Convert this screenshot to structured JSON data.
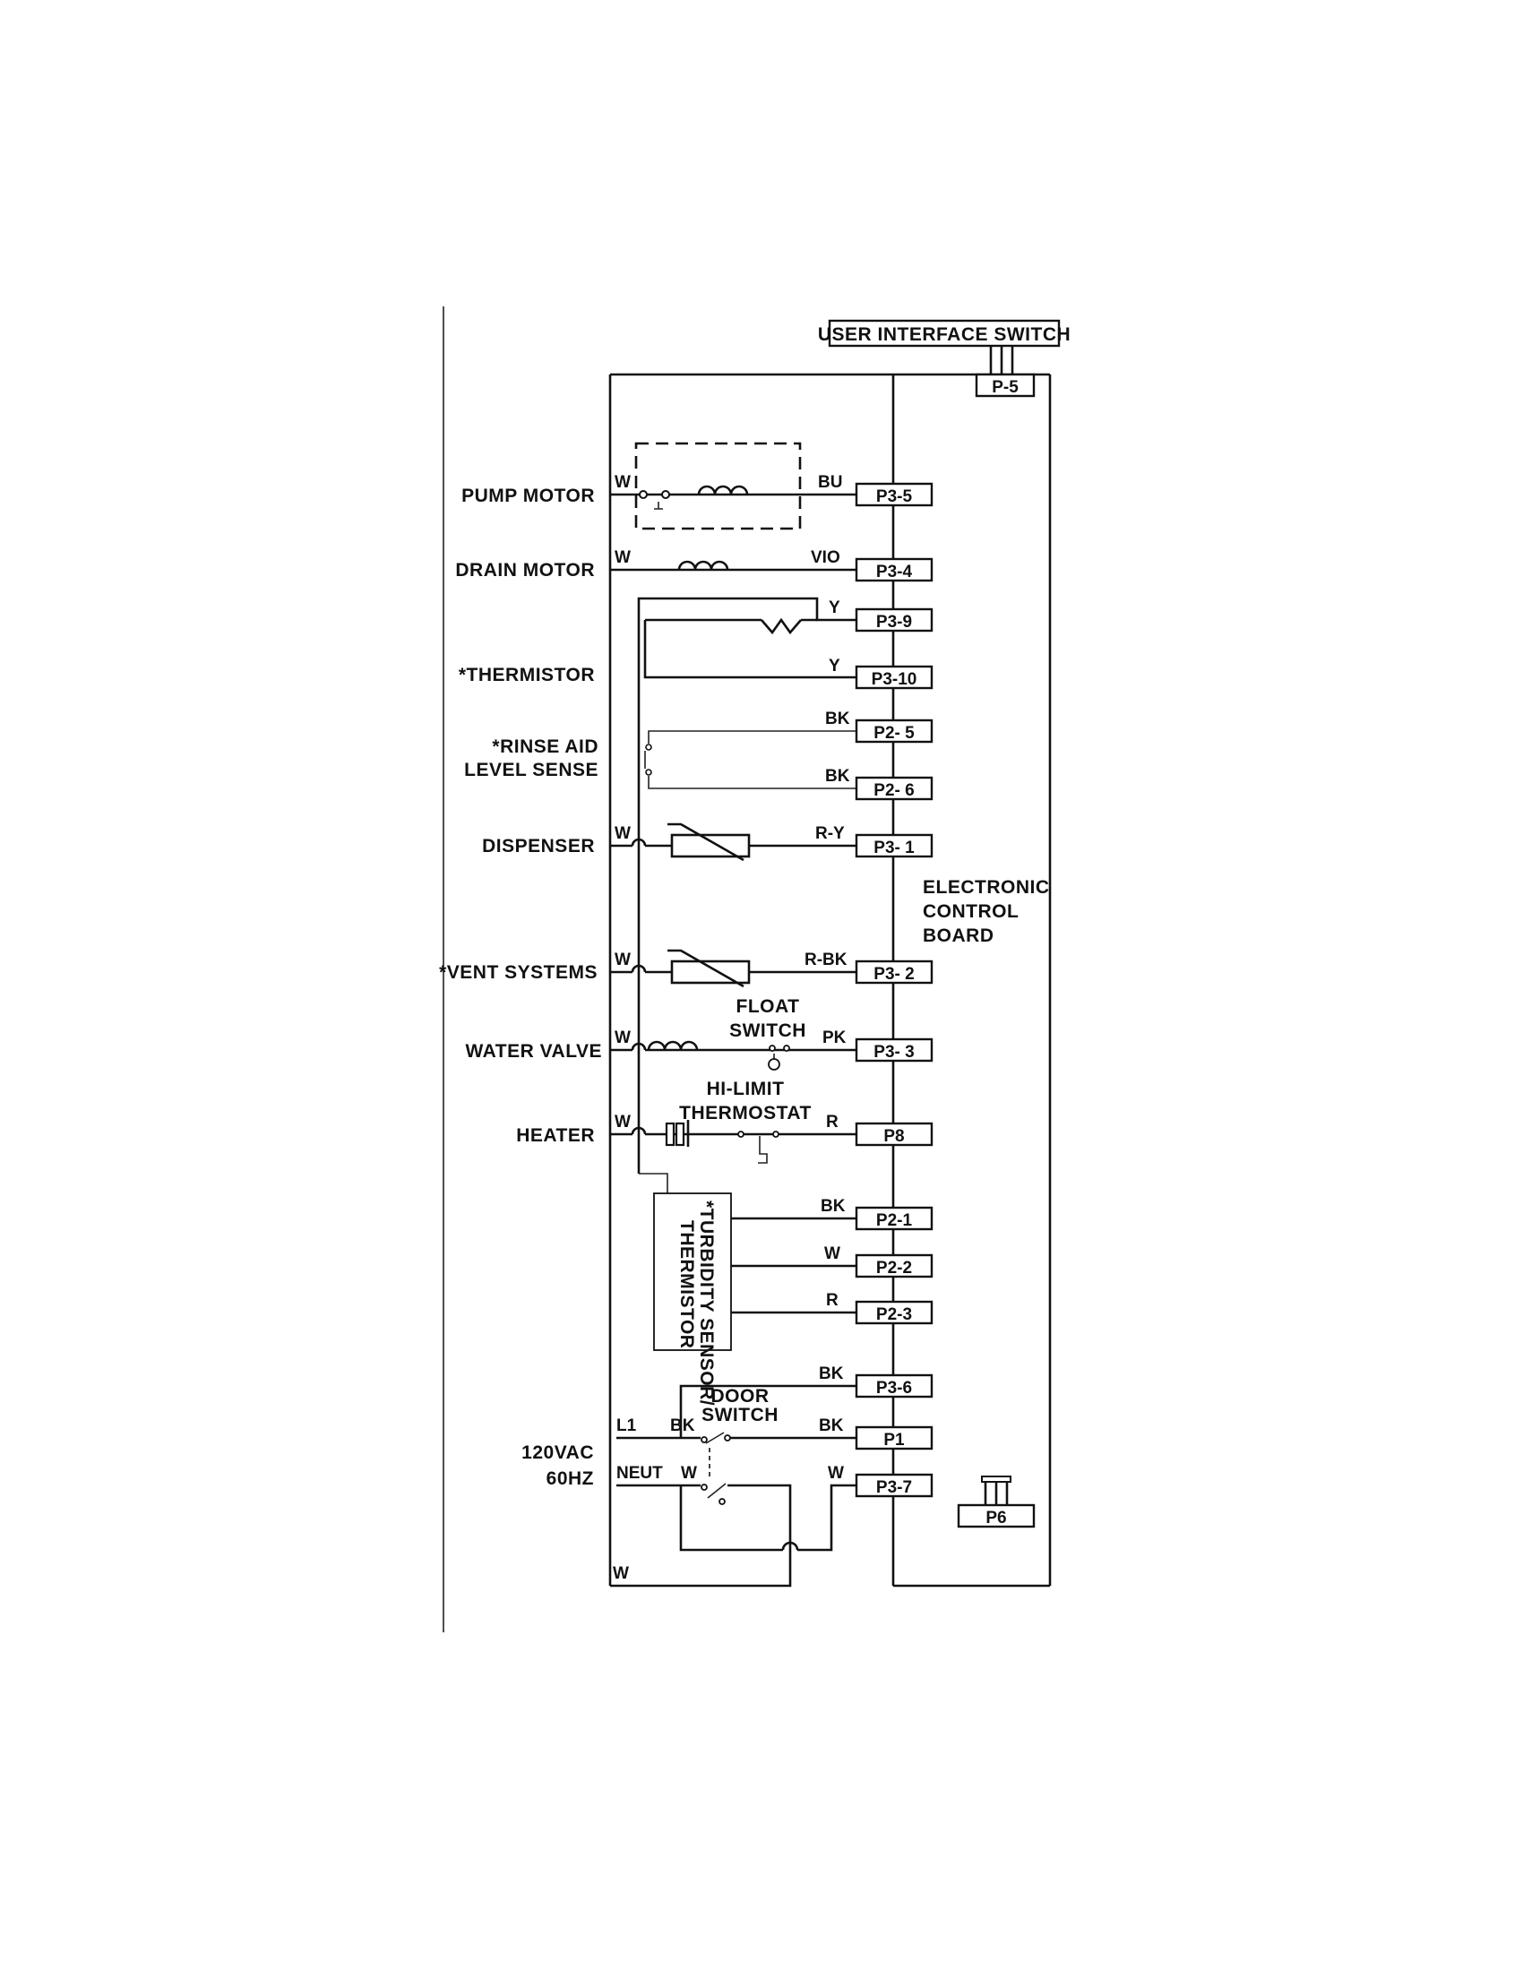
{
  "title_box": "USER INTERFACE SWITCH",
  "board_label": [
    "ELECTRONIC",
    "CONTROL",
    "BOARD"
  ],
  "supply_label": [
    "120VAC",
    "60HZ"
  ],
  "components": {
    "pump_motor": "PUMP MOTOR",
    "drain_motor": "DRAIN MOTOR",
    "thermistor": "*THERMISTOR",
    "rinse_aid_1": "*RINSE AID",
    "rinse_aid_2": "LEVEL SENSE",
    "dispenser": "DISPENSER",
    "vent_systems": "*VENT SYSTEMS",
    "water_valve": "WATER VALVE",
    "heater": "HEATER",
    "float_switch_1": "FLOAT",
    "float_switch_2": "SWITCH",
    "hi_limit_1": "HI-LIMIT",
    "hi_limit_2": "THERMOSTAT",
    "turbidity_1": "*TURBIDITY SENSOR/",
    "turbidity_2": "THERMISTOR",
    "door_switch_1": "DOOR",
    "door_switch_2": "SWITCH"
  },
  "connectors": {
    "p5": "P-5",
    "p3_5": "P3-5",
    "p3_4": "P3-4",
    "p3_9": "P3-9",
    "p3_10": "P3-10",
    "p2_5": "P2- 5",
    "p2_6": "P2- 6",
    "p3_1": "P3- 1",
    "p3_2": "P3- 2",
    "p3_3": "P3- 3",
    "p8": "P8",
    "p2_1": "P2-1",
    "p2_2": "P2-2",
    "p2_3": "P2-3",
    "p3_6": "P3-6",
    "p1": "P1",
    "p3_7": "P3-7",
    "p6": "P6"
  },
  "wire_colors": {
    "pump_left": "W",
    "pump_right": "BU",
    "drain_left": "W",
    "drain_right": "VIO",
    "therm_top": "Y",
    "therm_bottom": "Y",
    "rinse_top": "BK",
    "rinse_bottom": "BK",
    "dispenser_left": "W",
    "dispenser_right": "R-Y",
    "vent_left": "W",
    "vent_right": "R-BK",
    "valve_left": "W",
    "valve_right": "PK",
    "heater_left": "W",
    "heater_right": "R",
    "turb_1": "BK",
    "turb_2": "W",
    "turb_3": "R",
    "door_top": "BK",
    "l1": "L1",
    "l1_bk": "BK",
    "p1_bk": "BK",
    "neut": "NEUT",
    "neut_w": "W",
    "p37_w": "W",
    "bottom_w": "W"
  }
}
